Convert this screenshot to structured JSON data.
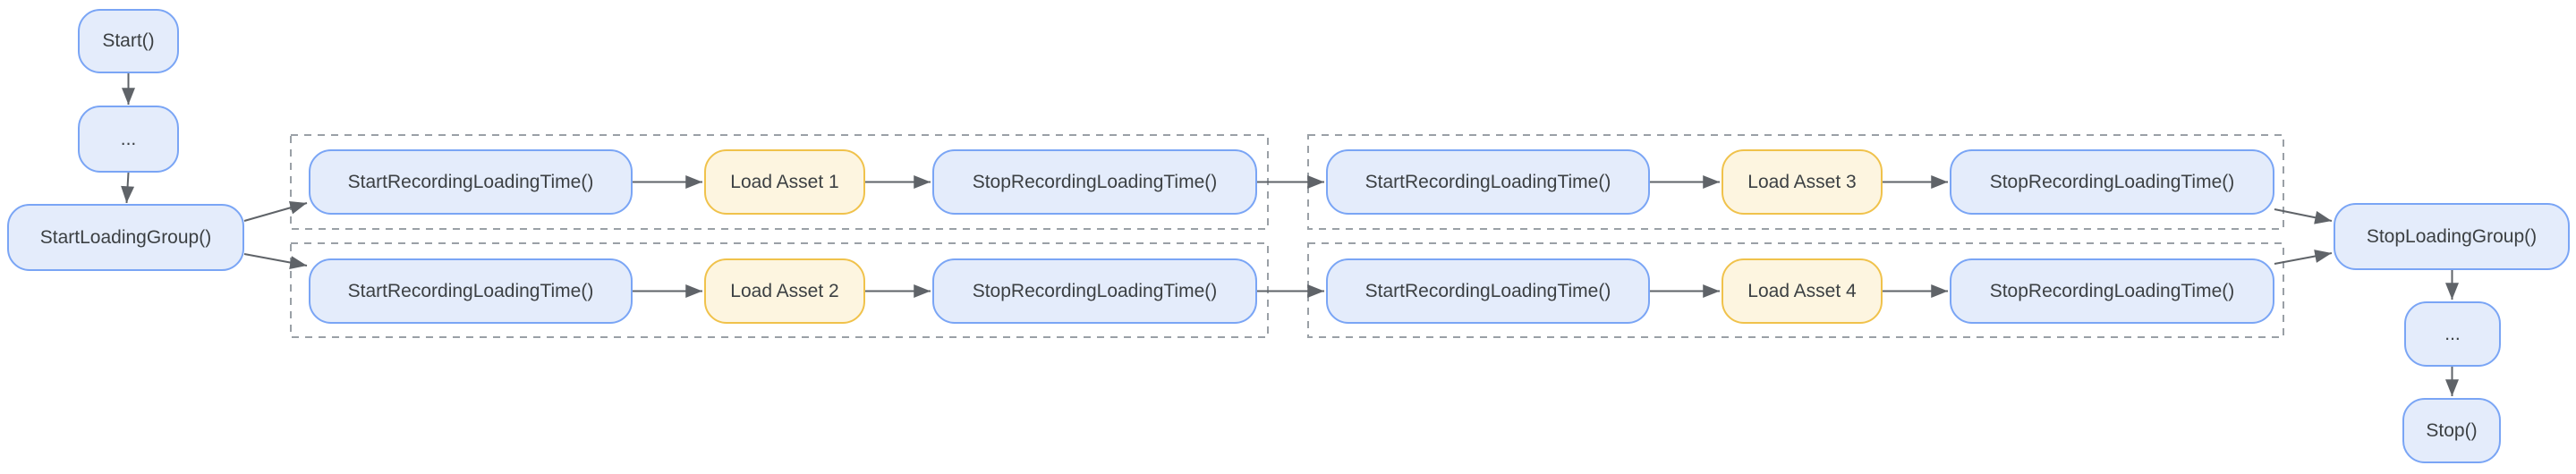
{
  "colors": {
    "background": "#ffffff",
    "nodeFillBlue": "#e4ecfb",
    "nodeBorderBlue": "#7aa5f5",
    "nodeFillYellow": "#fdf5e0",
    "nodeBorderYellow": "#f0c24b",
    "edge": "#5f6368",
    "groupBorder": "#9aa0a6",
    "text": "#3c4043"
  },
  "nodes": {
    "start": "Start()",
    "ellipsis": "...",
    "start_loading_group": "StartLoadingGroup()",
    "start_recording_loading_time": "StartRecordingLoadingTime()",
    "stop_recording_loading_time": "StopRecordingLoadingTime()",
    "load_asset_1": "Load Asset 1",
    "load_asset_2": "Load Asset 2",
    "load_asset_3": "Load Asset 3",
    "load_asset_4": "Load Asset 4",
    "stop_loading_group": "StopLoadingGroup()",
    "stop": "Stop()"
  }
}
